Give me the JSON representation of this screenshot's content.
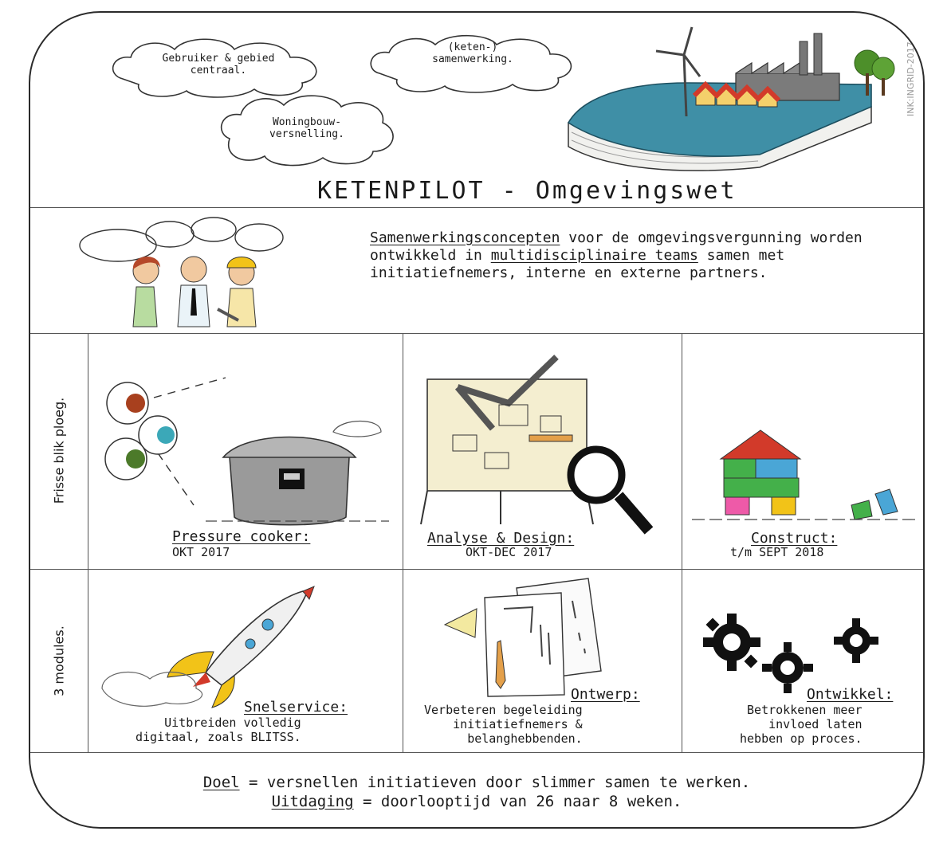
{
  "header": {
    "clouds": [
      "Gebruiker & gebied\ncentraal.",
      "(keten-)\nsamenwerking.",
      "Woningbouw-\nversnelling."
    ],
    "title": "KETENPILOT - Omgevingswet",
    "credit": "INK:INGRID-2017"
  },
  "intro": {
    "term1": "Samenwerkingsconcepten",
    "text1": " voor de omgevingsvergunning worden ontwikkeld in ",
    "term2": "multidisciplinaire teams",
    "text2": " samen met initiatiefnemers, interne en externe partners."
  },
  "rows": [
    {
      "side_label": "Frisse blik ploeg.",
      "cells": [
        {
          "title": "Pressure cooker:",
          "subtitle": "OKT 2017"
        },
        {
          "title": "Analyse & Design:",
          "subtitle": "OKT-DEC 2017"
        },
        {
          "title": "Construct:",
          "subtitle": "t/m SEPT 2018"
        }
      ]
    },
    {
      "side_label": "3 modules.",
      "cells": [
        {
          "title": "Snelservice:",
          "subtitle": "Uitbreiden volledig\ndigitaal, zoals BLITSS."
        },
        {
          "title": "Ontwerp:",
          "subtitle": "Verbeteren begeleiding\ninitiatiefnemers &\nbelanghebbenden."
        },
        {
          "title": "Ontwikkel:",
          "subtitle": "Betrokkenen meer\ninvloed laten\nhebben op proces."
        }
      ]
    }
  ],
  "footer": {
    "doel_label": "Doel",
    "doel_text": " = versnellen initiatieven door slimmer samen te werken.",
    "uitdaging_label": "Uitdaging",
    "uitdaging_text": " = doorlooptijd van 26 naar 8 weken."
  },
  "colors": {
    "book_cover": "#3f8fa6",
    "roof_red": "#d23a2a",
    "tree_green": "#4d8f2a",
    "rocket_yellow": "#f2c318",
    "magnifier": "#111111",
    "block_blue": "#4aa6d6",
    "block_green": "#44b04a",
    "block_pink": "#ee5aa8"
  }
}
